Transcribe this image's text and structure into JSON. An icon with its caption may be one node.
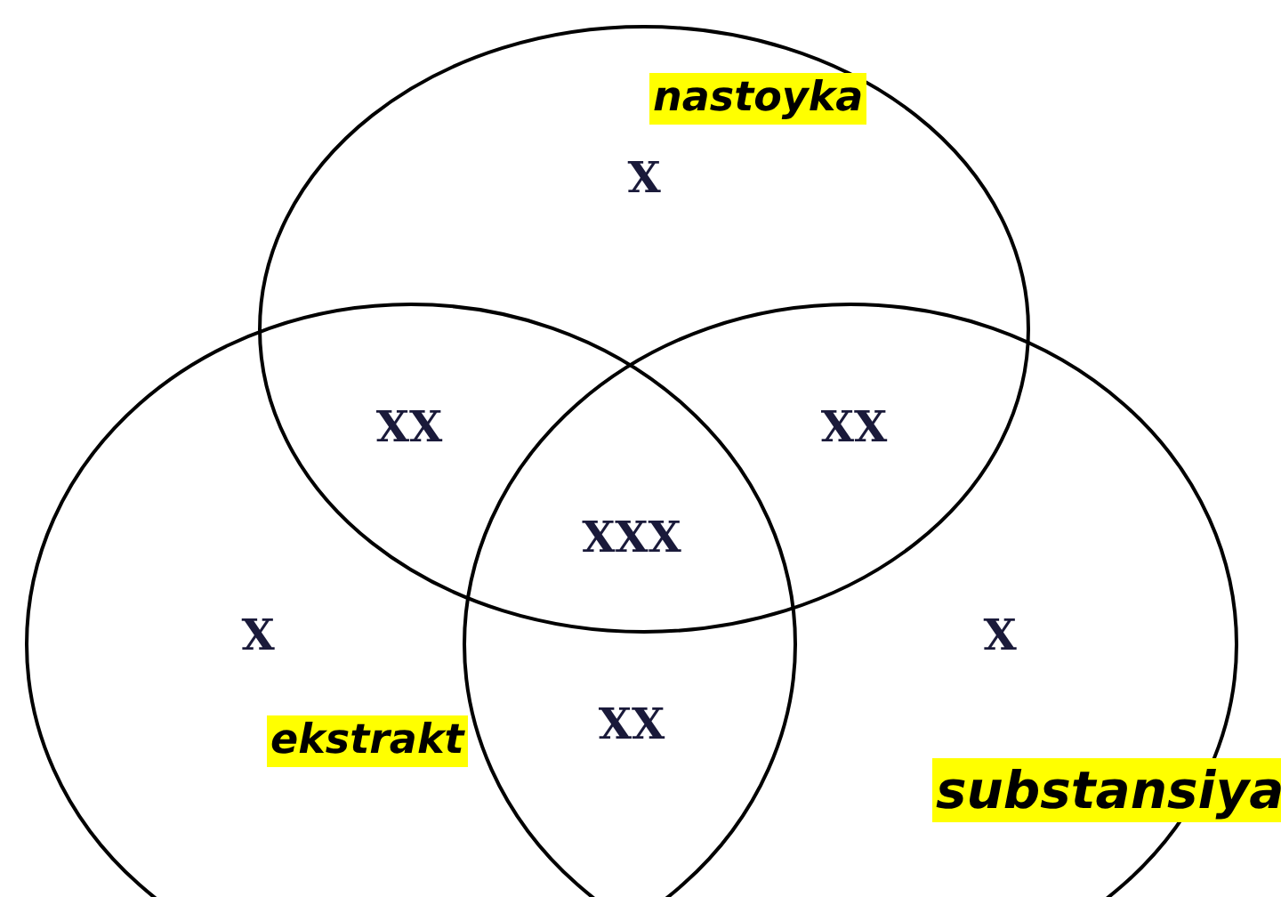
{
  "diagram": {
    "nodes": [
      {
        "text": [
          "nastoyka"
        ]
      },
      {
        "text": [
          "ekstrakt"
        ]
      },
      {
        "text": [
          "substansiya"
        ]
      }
    ],
    "labels": [
      "X",
      "XX",
      "XX",
      "XXX",
      "X",
      "X",
      "XX"
    ]
  }
}
